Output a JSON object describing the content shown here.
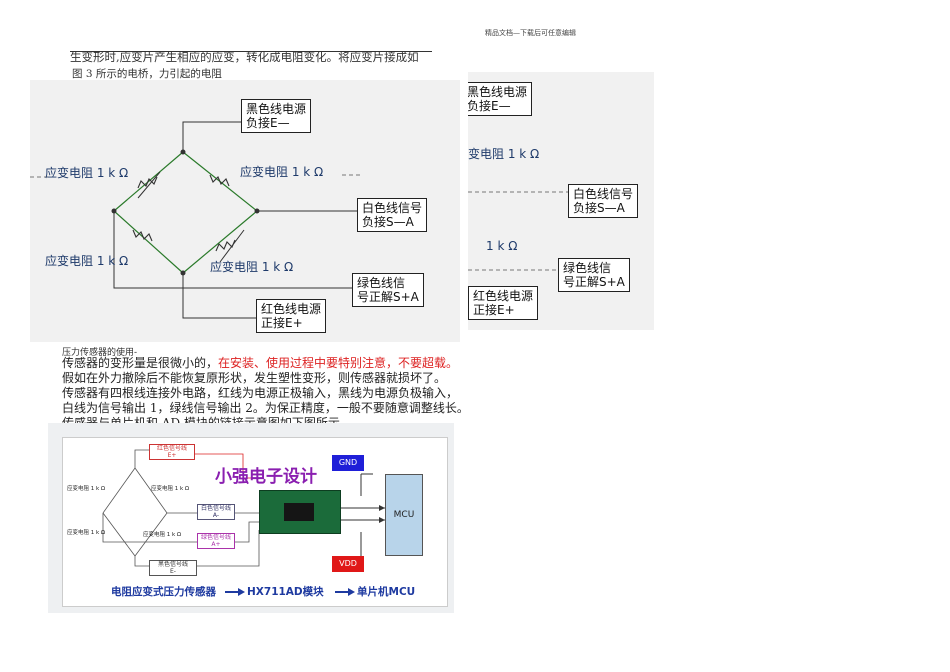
{
  "header": {
    "note": "精品文档—下载后可任意编辑"
  },
  "intro": {
    "line1": "生变形时,应变片产生相应的应变，转化成电阻变化。将应变片接成如",
    "line2": "图 3 所示的电桥，力引起的电阻"
  },
  "bridge": {
    "res_tl": "应变电阻 1 k Ω",
    "res_tr": "应变电阻 1 k Ω",
    "res_bl": "应变电阻 1 k Ω",
    "res_br": "应变电阻 1 k Ω",
    "black_wire": "黑色线电源\n负接E—",
    "white_wire": "白色线信号\n负接S—A",
    "green_wire": "绿色线信\n号正解S+A",
    "red_wire": "红色线电源\n正接E+"
  },
  "bridge_copy": {
    "black_wire": "黑色线电源\n负接E—",
    "res_top": "变电阻 1 k Ω",
    "white_wire": "白色线信号\n负接S—A",
    "res_bottom": "1 k Ω",
    "green_wire": "绿色线信\n号正解S+A",
    "red_wire": "红色线电源\n正接E+"
  },
  "usage": {
    "title": "压力传感器的使用-",
    "p1_normal": "传感器的变形量是很微小的，",
    "p1_red": "在安装、使用过程中要特别注意，不要超载。",
    "p2": "假如在外力撤除后不能恢复原形状，发生塑性变形，则传感器就损坏了。",
    "p3": "传感器有四根线连接外电路，红线为电源正极输入，黑线为电源负极输入，",
    "p4": "白线为信号输出 1，绿线信号输出 2。为保正精度，一般不要随意调整线长。",
    "p5": "传感器与单片机和 AD 模块的链接示意图如下图所示"
  },
  "module_diagram": {
    "brand": "小强电子设计",
    "gnd": "GND",
    "vdd": "VDD",
    "mcu": "MCU",
    "red_box": "红色信号线\nE+",
    "white_box": "白色信号线\nA-",
    "green_box": "绿色信号线\nA+",
    "black_box": "黑色信号线\nE-",
    "res_tl": "应变电阻 1 k Ω",
    "res_tr": "应变电阻 1 k Ω",
    "res_bl": "应变电阻 1 k Ω",
    "res_br": "应变电阻 1 k Ω",
    "flow_sensor": "电阻应变式压力传感器",
    "flow_module": "HX711AD模块",
    "flow_mcu": "单片机MCU",
    "colors": {
      "gnd": "#1f1fd8",
      "vdd": "#e01818",
      "mcu": "#b8d4ea",
      "board": "#1b6b3a",
      "brand": "#8a1fb0"
    }
  }
}
